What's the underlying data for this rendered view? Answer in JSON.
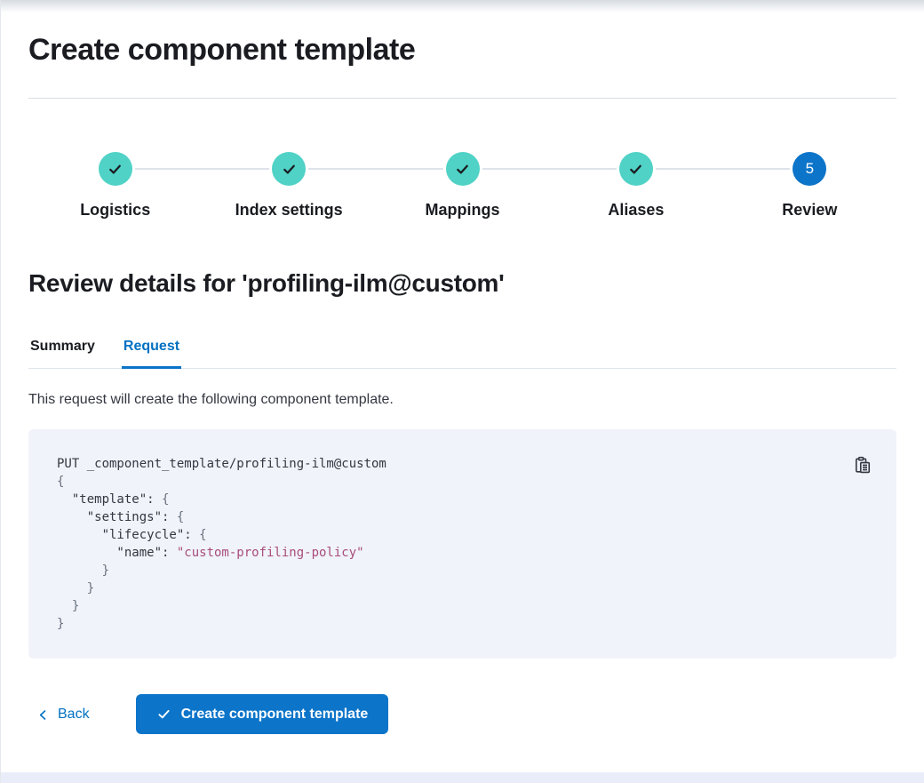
{
  "page": {
    "title": "Create component template"
  },
  "stepper": {
    "steps": [
      {
        "label": "Logistics",
        "status": "complete"
      },
      {
        "label": "Index settings",
        "status": "complete"
      },
      {
        "label": "Mappings",
        "status": "complete"
      },
      {
        "label": "Aliases",
        "status": "complete"
      },
      {
        "label": "Review",
        "status": "current",
        "number": "5"
      }
    ]
  },
  "review": {
    "heading": "Review details for 'profiling-ilm@custom'",
    "description": "This request will create the following component template.",
    "tabs": [
      {
        "label": "Summary",
        "selected": false
      },
      {
        "label": "Request",
        "selected": true
      }
    ]
  },
  "code_block": {
    "copy_icon": "copy-clipboard-icon",
    "lines": [
      [
        {
          "t": "PUT _component_template/profiling-ilm@custom",
          "c": "text"
        }
      ],
      [
        {
          "t": "{",
          "c": "brace"
        }
      ],
      [
        {
          "t": "  \"template\": ",
          "c": "text"
        },
        {
          "t": "{",
          "c": "brace"
        }
      ],
      [
        {
          "t": "    \"settings\": ",
          "c": "text"
        },
        {
          "t": "{",
          "c": "brace"
        }
      ],
      [
        {
          "t": "      \"lifecycle\": ",
          "c": "text"
        },
        {
          "t": "{",
          "c": "brace"
        }
      ],
      [
        {
          "t": "        \"name\": ",
          "c": "text"
        },
        {
          "t": "\"custom-profiling-policy\"",
          "c": "string"
        }
      ],
      [
        {
          "t": "      ",
          "c": "text"
        },
        {
          "t": "}",
          "c": "brace"
        }
      ],
      [
        {
          "t": "    ",
          "c": "text"
        },
        {
          "t": "}",
          "c": "brace"
        }
      ],
      [
        {
          "t": "  ",
          "c": "text"
        },
        {
          "t": "}",
          "c": "brace"
        }
      ],
      [
        {
          "t": "}",
          "c": "brace"
        }
      ]
    ]
  },
  "footer": {
    "back_label": "Back",
    "submit_label": "Create component template"
  },
  "colors": {
    "primary": "#0C74C9",
    "link": "#0071C2",
    "success_teal": "#50D2C6",
    "heading_text": "#1A1C21",
    "body_text": "#343741",
    "code_background": "#F0F3FA",
    "code_string": "#A94D7C",
    "code_punctuation": "#69707D",
    "divider": "#D9DEE5",
    "bottom_strip": "#E9EDF9"
  }
}
